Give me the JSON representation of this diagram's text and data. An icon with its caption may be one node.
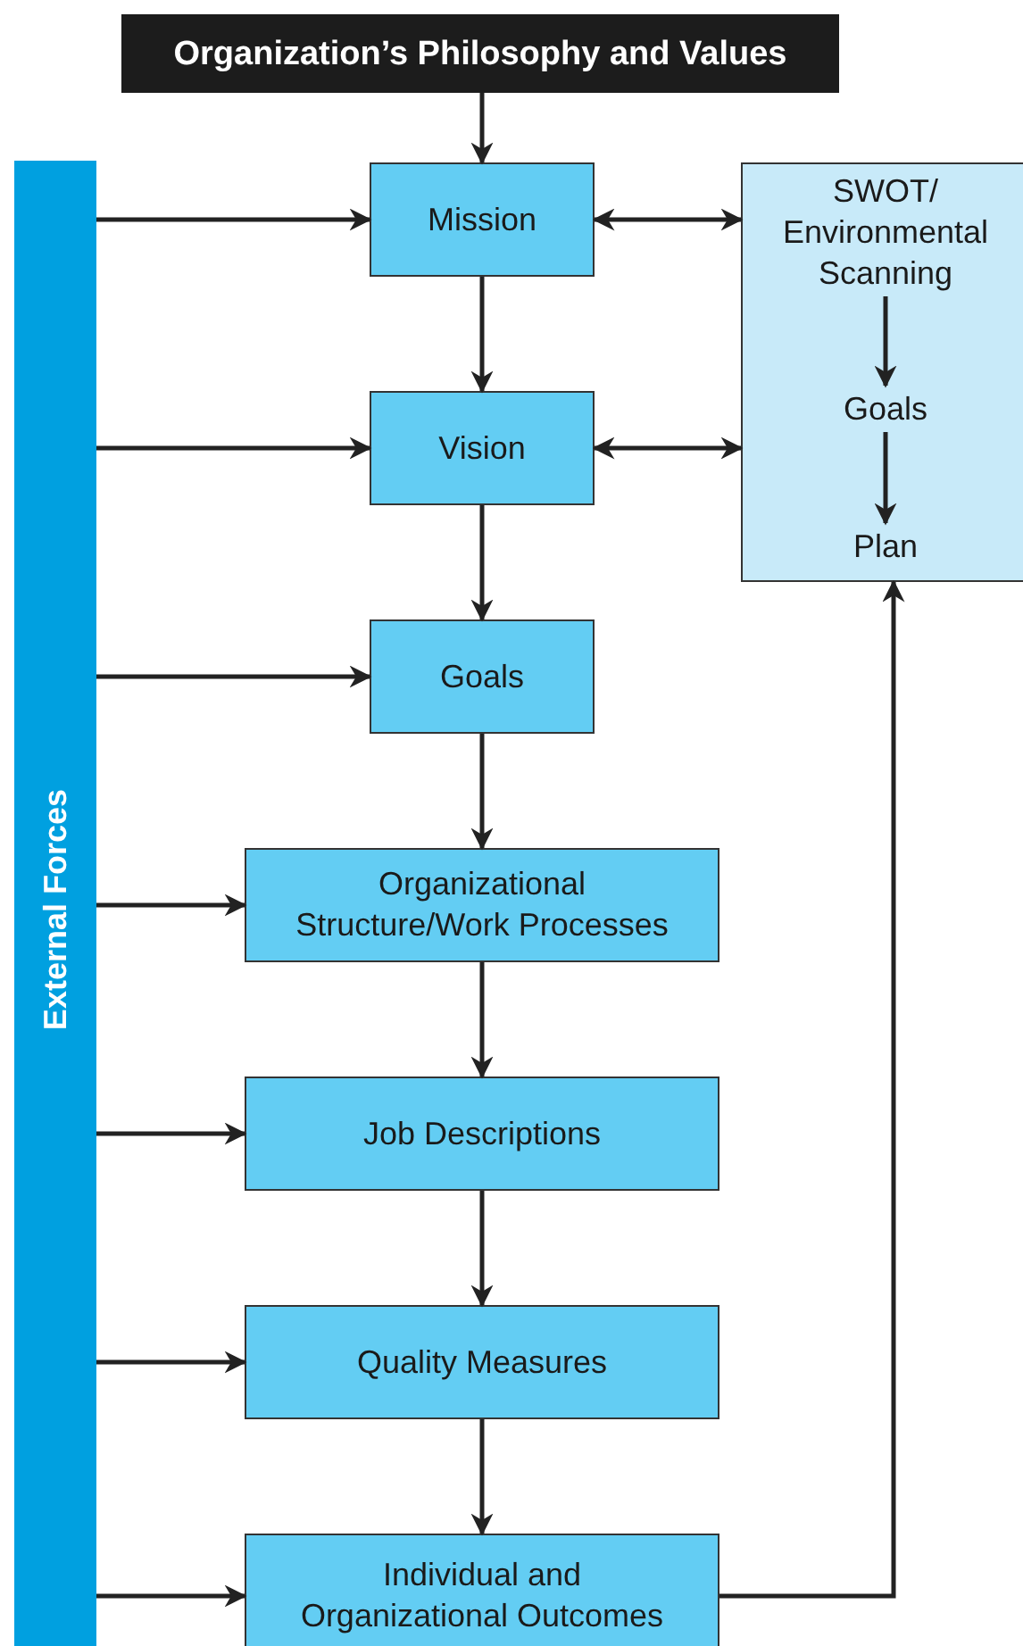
{
  "diagram": {
    "nodes": [
      {
        "text": [
          "Organization’s Philosophy and Values"
        ]
      },
      {
        "text": [
          "External Forces"
        ]
      },
      {
        "text": [
          "Mission"
        ]
      },
      {
        "text": [
          "Vision"
        ]
      },
      {
        "text": [
          "Goals"
        ]
      },
      {
        "text": [
          "Organizational Structure/Work Processes"
        ]
      },
      {
        "text": [
          "Job Descriptions"
        ]
      },
      {
        "text": [
          "Quality Measures"
        ]
      },
      {
        "text": [
          "Individual and Organizational Outcomes"
        ]
      },
      {
        "text": [],
        "shape": "box"
      },
      {
        "text": [
          "SWOT/ Environmental Scanning"
        ],
        "in": 9
      },
      {
        "text": [
          "Goals"
        ],
        "in": 9
      },
      {
        "text": [
          "Plan"
        ],
        "in": 9
      }
    ],
    "edges": [
      {
        "from": 0,
        "to": 2,
        "arrow": "to"
      },
      {
        "from": 1,
        "to": 2,
        "arrow": "to"
      },
      {
        "from": 1,
        "to": 3,
        "arrow": "to"
      },
      {
        "from": 1,
        "to": 4,
        "arrow": "to"
      },
      {
        "from": 1,
        "to": 5,
        "arrow": "to"
      },
      {
        "from": 1,
        "to": 6,
        "arrow": "to"
      },
      {
        "from": 1,
        "to": 7,
        "arrow": "to"
      },
      {
        "from": 1,
        "to": 8,
        "arrow": "to"
      },
      {
        "from": 2,
        "to": 3,
        "arrow": "to"
      },
      {
        "from": 3,
        "to": 4,
        "arrow": "to"
      },
      {
        "from": 4,
        "to": 5,
        "arrow": "to"
      },
      {
        "from": 5,
        "to": 6,
        "arrow": "to"
      },
      {
        "from": 6,
        "to": 7,
        "arrow": "to"
      },
      {
        "from": 7,
        "to": 8,
        "arrow": "to"
      },
      {
        "from": 2,
        "to": 9,
        "arrow": "both"
      },
      {
        "from": 3,
        "to": 9,
        "arrow": "both"
      },
      {
        "from": 8,
        "to": 9,
        "arrow": "to"
      },
      {
        "from": 10,
        "to": 11,
        "arrow": "to"
      },
      {
        "from": 11,
        "to": 12,
        "arrow": "to"
      }
    ]
  }
}
